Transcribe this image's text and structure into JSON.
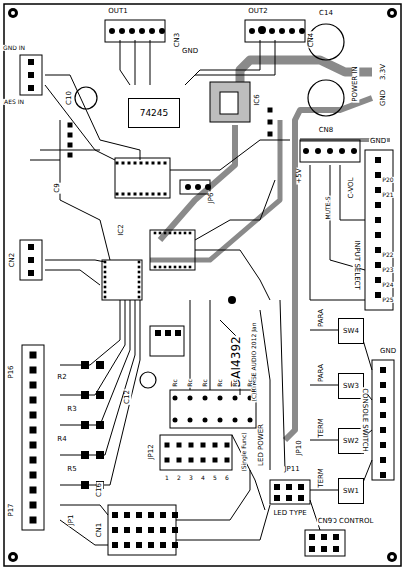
{
  "diagram": {
    "nodes": [
      {
        "text": [
          "74245"
        ]
      },
      {
        "text": [
          "SW4"
        ]
      },
      {
        "text": [
          "SW3"
        ]
      },
      {
        "text": [
          "SW2"
        ]
      },
      {
        "text": [
          "SW1"
        ]
      }
    ],
    "labels": [
      "OUT1",
      "CN3",
      "GND",
      "OUT2",
      "CN4",
      "C14",
      "POWER IN",
      "3.3V",
      "GND",
      "GND IN",
      "AES IN",
      "C10",
      "IC6",
      "C9",
      "JP6",
      "CN2",
      "IC2",
      "C-VOL",
      "CN8",
      "+5V",
      "MUTE-S",
      "GND",
      "P20",
      "P21",
      "P22",
      "P23",
      "P24",
      "P25",
      "INPUT SELECT",
      "PARA",
      "PARA",
      "TERM",
      "TERM",
      "GND",
      "CONSOLE SWITCH",
      "DAI4392",
      "(C)RTMSE AUDIO 2012 Jan",
      "JP12",
      "(Single Func)",
      "LED POWER",
      "JP10",
      "LED TYPE",
      "JP11",
      "LCD CONTROL",
      "CN1",
      "CN9",
      "C12",
      "C16",
      "JP1",
      "P17",
      "P16",
      "R2",
      "R3",
      "R4",
      "R5",
      "Rc",
      "Rc",
      "Rc",
      "Rc",
      "Rc",
      "Rc",
      "1",
      "2",
      "3",
      "4",
      "5",
      "6"
    ]
  }
}
